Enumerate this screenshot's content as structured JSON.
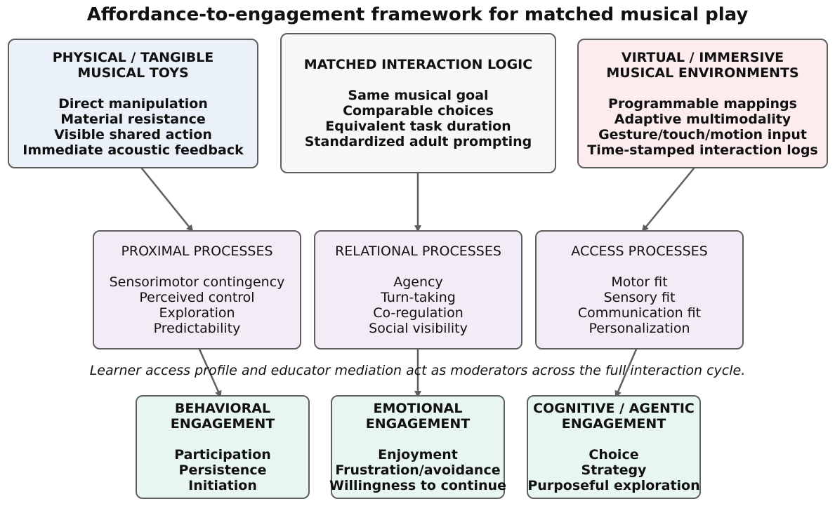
{
  "title": "Affordance-to-engagement framework for matched musical play",
  "top_boxes": [
    {
      "heading": [
        "PHYSICAL / TANGIBLE",
        "MUSICAL TOYS"
      ],
      "items": [
        "Direct manipulation",
        "Material resistance",
        "Visible shared action",
        "Immediate acoustic feedback"
      ]
    },
    {
      "heading": [
        "MATCHED INTERACTION LOGIC"
      ],
      "items": [
        "Same musical goal",
        "Comparable choices",
        "Equivalent task duration",
        "Standardized adult prompting"
      ]
    },
    {
      "heading": [
        "VIRTUAL / IMMERSIVE",
        "MUSICAL ENVIRONMENTS"
      ],
      "items": [
        "Programmable mappings",
        "Adaptive multimodality",
        "Gesture/touch/motion input",
        "Time-stamped interaction logs"
      ]
    }
  ],
  "process_boxes": [
    {
      "heading": "PROXIMAL PROCESSES",
      "items": [
        "Sensorimotor contingency",
        "Perceived control",
        "Exploration",
        "Predictability"
      ]
    },
    {
      "heading": "RELATIONAL PROCESSES",
      "items": [
        "Agency",
        "Turn-taking",
        "Co-regulation",
        "Social visibility"
      ]
    },
    {
      "heading": "ACCESS PROCESSES",
      "items": [
        "Motor fit",
        "Sensory fit",
        "Communication fit",
        "Personalization"
      ]
    }
  ],
  "moderator_note": "Learner access profile and educator mediation act as moderators across the full interaction cycle.",
  "outcome_boxes": [
    {
      "heading": [
        "BEHAVIORAL",
        "ENGAGEMENT"
      ],
      "items": [
        "Participation",
        "Persistence",
        "Initiation"
      ]
    },
    {
      "heading": [
        "EMOTIONAL",
        "ENGAGEMENT"
      ],
      "items": [
        "Enjoyment",
        "Frustration/avoidance",
        "Willingness to continue"
      ]
    },
    {
      "heading": [
        "COGNITIVE / AGENTIC",
        "ENGAGEMENT"
      ],
      "items": [
        "Choice",
        "Strategy",
        "Purposeful exploration"
      ]
    }
  ],
  "colors": {
    "physical_fill": "#eaf1f8",
    "matched_fill": "#f7f7f7",
    "virtual_fill": "#fdeced",
    "process_fill": "#f3ecf6",
    "outcome_fill": "#e8f6f3",
    "border": "#5f5f5f",
    "arrow": "#5f5f5f"
  }
}
